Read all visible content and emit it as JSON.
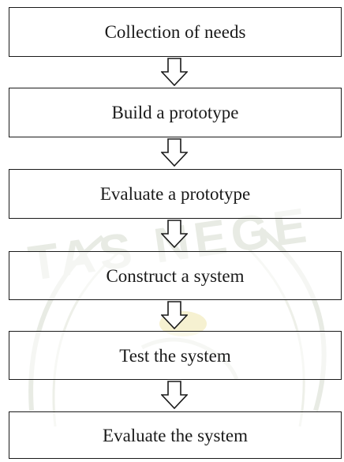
{
  "diagram": {
    "steps": [
      {
        "label": "Collection of needs"
      },
      {
        "label": "Build a prototype"
      },
      {
        "label": "Evaluate a prototype"
      },
      {
        "label": "Construct a system"
      },
      {
        "label": "Test the system"
      },
      {
        "label": "Evaluate the system"
      }
    ],
    "watermark_text": "TAS NEGE",
    "colors": {
      "border": "#1a1a1a",
      "text": "#1a1a1a",
      "watermark": "#e9ece4",
      "watermark_accent": "#f3edc8"
    }
  }
}
